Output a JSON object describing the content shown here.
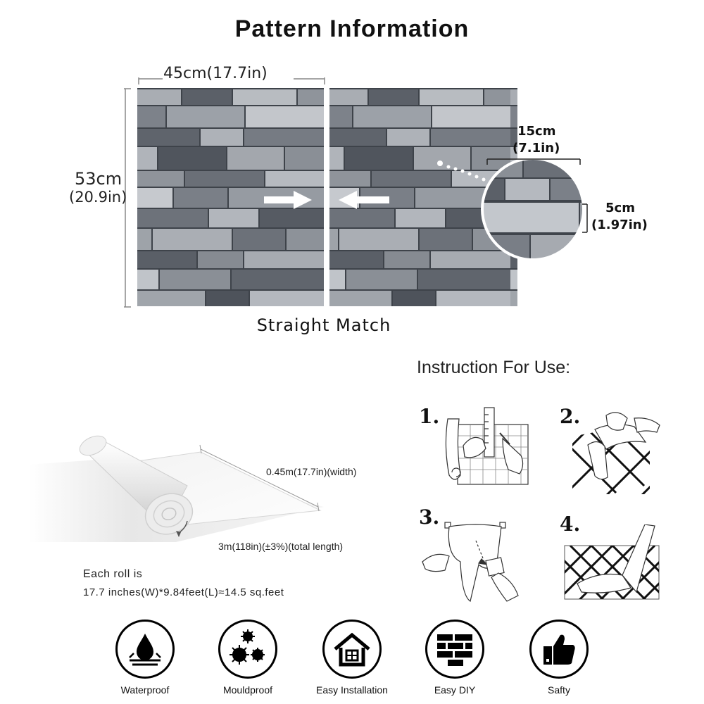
{
  "header": {
    "title": "Pattern Information"
  },
  "pattern": {
    "width_label": "45cm(17.7in)",
    "height_cm": "53cm",
    "height_in": "(20.9in)",
    "brick_width_cm": "15cm",
    "brick_width_in": "(7.1in)",
    "brick_height_cm": "5cm",
    "brick_height_in": "(1.97in)",
    "match_type": "Straight Match"
  },
  "roll": {
    "width_label": "0.45m(17.7in)(width)",
    "length_label": "3m(118in)(±3%)(total length)",
    "each_roll_line1": "Each roll is",
    "each_roll_line2": "17.7 inches(W)*9.84feet(L)≈14.5 sq.feet"
  },
  "instructions": {
    "title": "Instruction For Use:",
    "steps": [
      {
        "number": "1."
      },
      {
        "number": "2."
      },
      {
        "number": "3."
      },
      {
        "number": "4."
      }
    ]
  },
  "features": [
    {
      "label": "Waterproof",
      "icon": "water-drop-icon"
    },
    {
      "label": "Mouldproof",
      "icon": "mould-icon"
    },
    {
      "label": "Easy Installation",
      "icon": "house-icon"
    },
    {
      "label": "Easy DIY",
      "icon": "brick-wall-icon"
    },
    {
      "label": "Safty",
      "icon": "thumbs-up-icon"
    }
  ],
  "colors": {
    "stone_dark": "#4f545c",
    "stone_mid": "#858b94",
    "stone_light": "#c4c8cd",
    "text": "#111111"
  }
}
